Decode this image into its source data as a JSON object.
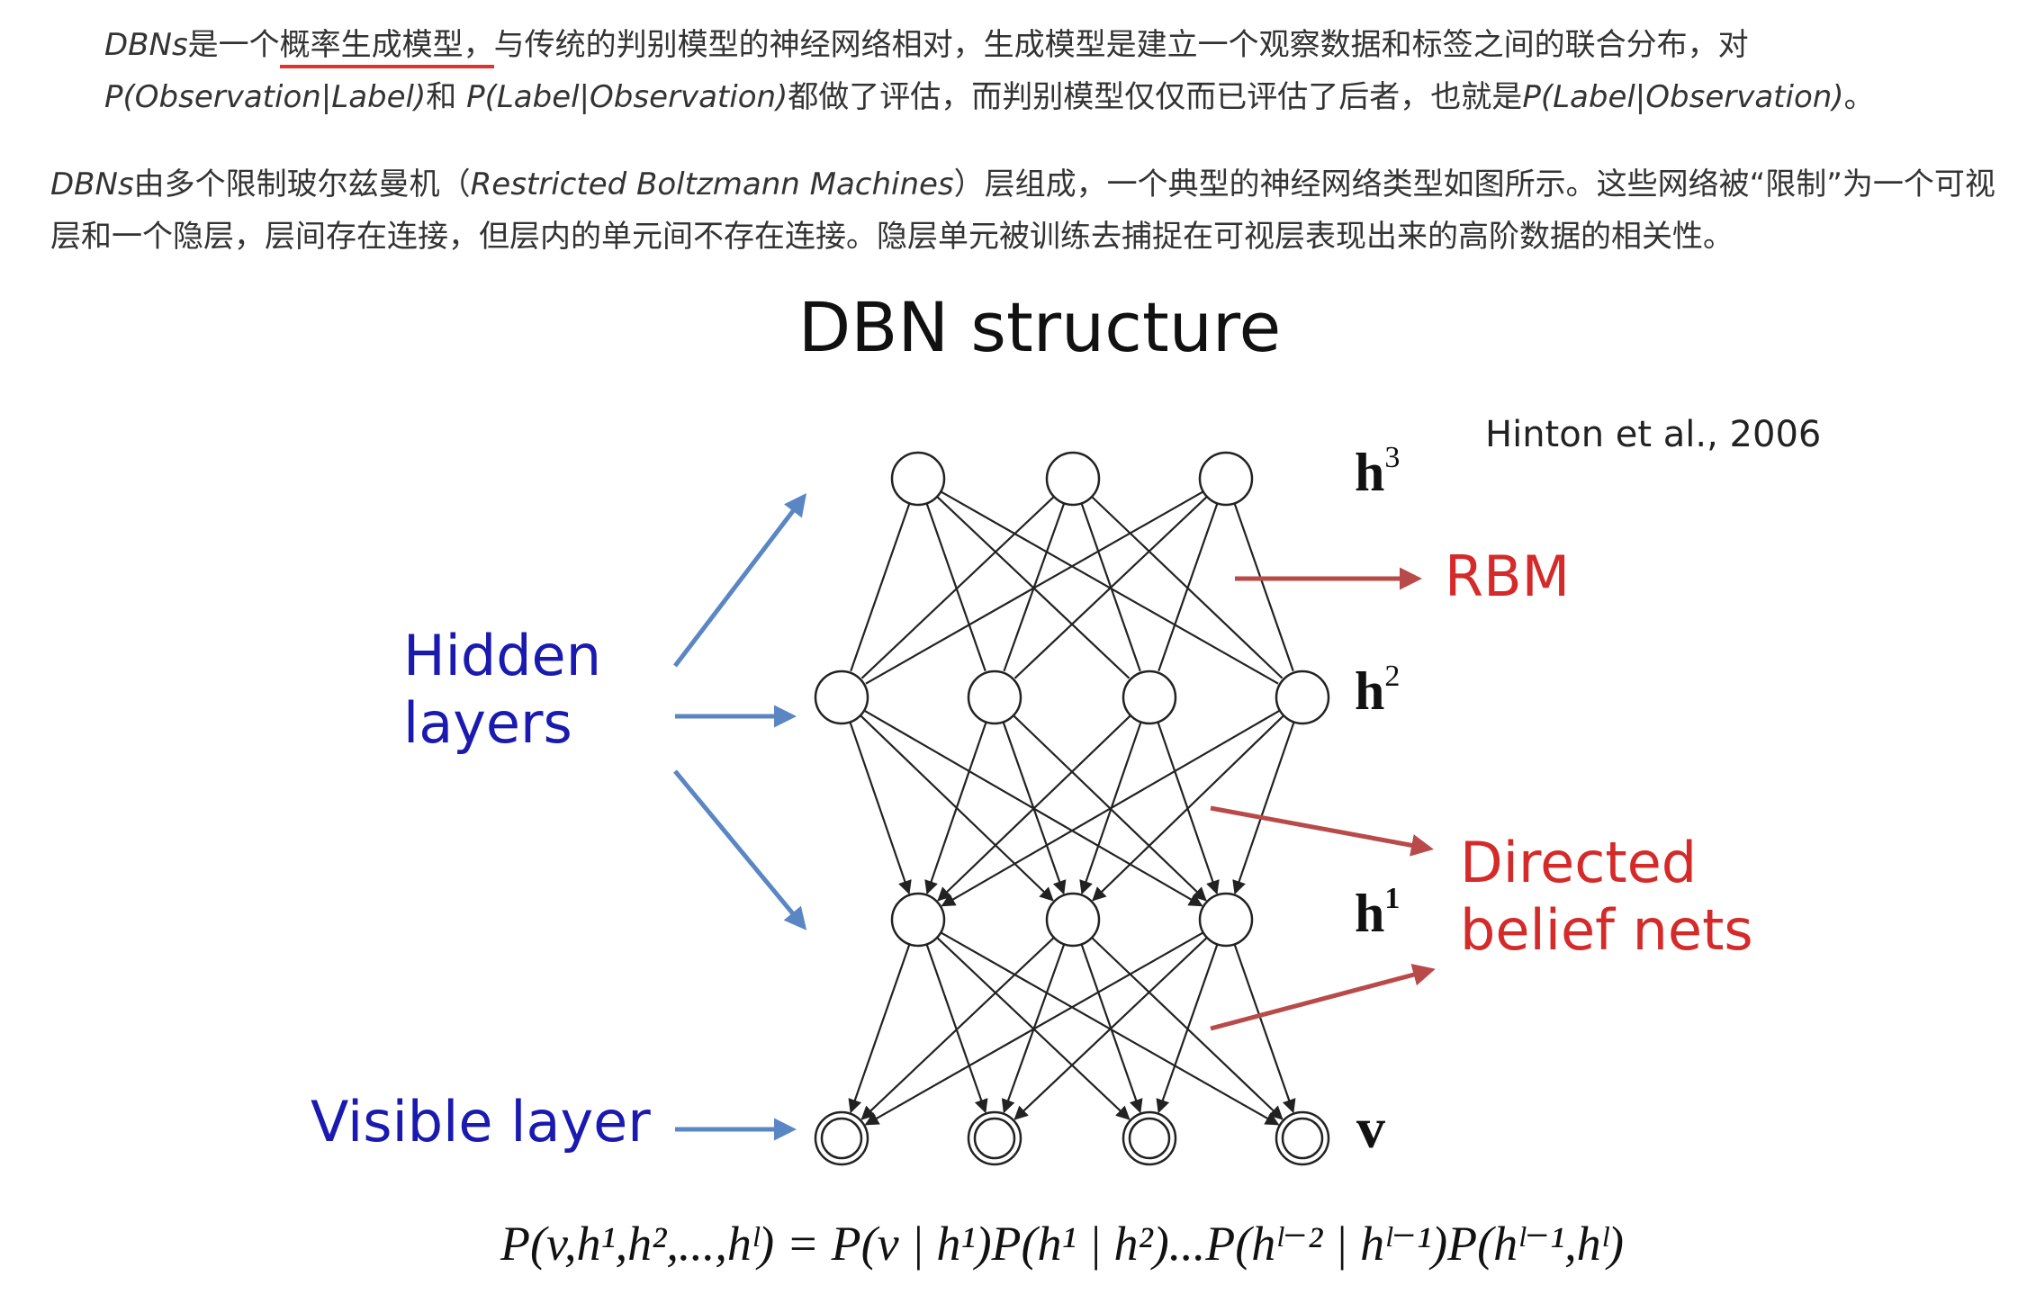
{
  "article": {
    "p1": {
      "t1": "DBNs",
      "t2": "是一个",
      "t3": "概率生成模型，",
      "t4": "与传统的判别模型的神经网络相对，生成模型是建立一个观察数据和标签之间的联合分布，对",
      "t5": "P(Observation|Label)",
      "t6": "和",
      "t7": "P(Label|Observation)",
      "t8": "都做了评估，而判别模型仅仅而已评估了后者，也就是",
      "t9": "P(Label|Observation)",
      "t10": "。"
    },
    "p2": {
      "t1": "DBNs",
      "t2": "由多个限制玻尔兹曼机（",
      "t3": "Restricted Boltzmann Machines",
      "t4": "）层组成，一个典型的神经网络类型如图所示。这些网络被“限制”为一个可视层和一个隐层，层间存在连接，但层内的单元间不存在连接。隐层单元被训练去捕捉在可视层表现出来的高阶数据的相关性。"
    }
  },
  "figure": {
    "title": "DBN structure",
    "citation": "Hinton et al., 2006",
    "hidden_label_1": "Hidden",
    "hidden_label_2": "layers",
    "visible_label": "Visible layer",
    "rbm_label": "RBM",
    "directed_label_1": "Directed",
    "directed_label_2": "belief nets",
    "layer_h3": "h",
    "layer_h3_sup": "3",
    "layer_h2": "h",
    "layer_h2_sup": "2",
    "layer_h1": "h",
    "layer_h1_sup": "1",
    "layer_v": "v",
    "formula": "P(v,h¹,h²,...,hˡ) = P(v | h¹)P(h¹ | h²)...P(hˡ⁻² | hˡ⁻¹)P(hˡ⁻¹,hˡ)",
    "colors": {
      "blue_text": "#1a1ab0",
      "red_text": "#d42a2a",
      "blue_arrow": "#5b86c4",
      "red_arrow": "#b94a4a",
      "node_stroke": "#222222"
    }
  }
}
